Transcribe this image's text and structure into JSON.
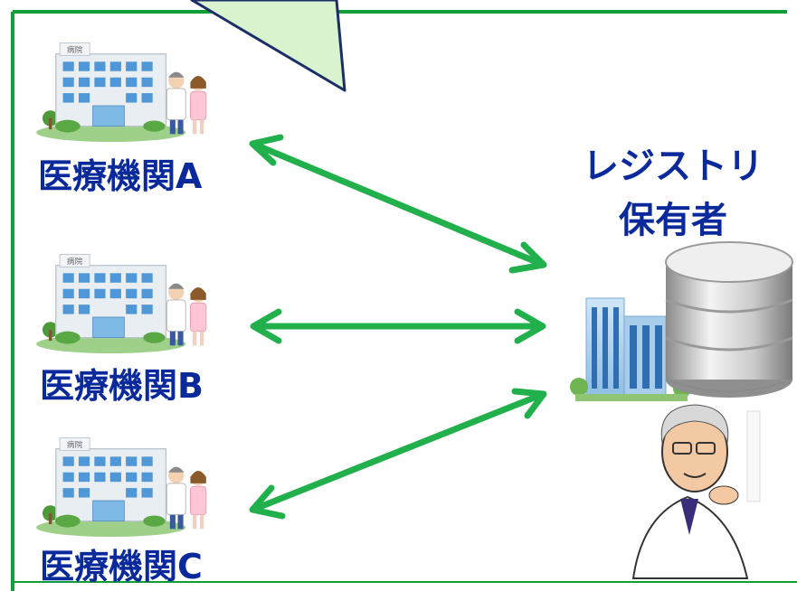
{
  "diagram": {
    "institutions": [
      {
        "label": "医療機関A",
        "building_sign": "病院"
      },
      {
        "label": "医療機関B",
        "building_sign": "病院"
      },
      {
        "label": "医療機関C",
        "building_sign": "病院"
      }
    ],
    "registry_holder": {
      "line1": "レジストリ",
      "line2": "保有者"
    }
  },
  "colors": {
    "frame": "#119e3a",
    "arrow": "#21b04b",
    "text": "#0a2a9c",
    "callout_fill": "#d9f3cf",
    "callout_stroke": "#1b2f66"
  }
}
